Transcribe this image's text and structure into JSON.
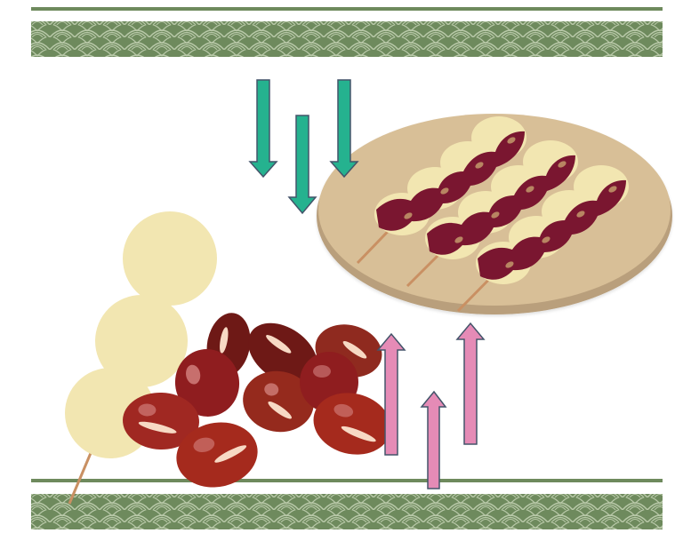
{
  "scene": {
    "subject": "dango-illustration",
    "palette": {
      "border_green": "#6e8a5d",
      "wave_line": "#b9c9a9",
      "plate": "#d8bf97",
      "plate_shadow": "#b99f7b",
      "dango_cream": "#f2e6b1",
      "sauce": "#7a1630",
      "sauce_shadow": "#5f1024",
      "stick": "#c99063",
      "bean_red_1": "#8f1d1f",
      "bean_red_2": "#6e1916",
      "bean_red_3": "#a52a1d",
      "highlight": "#f7d9c4",
      "teal_arrow": "#25b28f",
      "pink_arrow": "#e58bb6",
      "arrow_outline": "#44546a"
    },
    "elements": [
      "top-seigaiha-border",
      "bottom-seigaiha-border",
      "dango-plate",
      "dango-skewers",
      "plain-dango-skewer",
      "azuki-beans",
      "teal-down-arrows",
      "pink-up-arrows"
    ]
  }
}
